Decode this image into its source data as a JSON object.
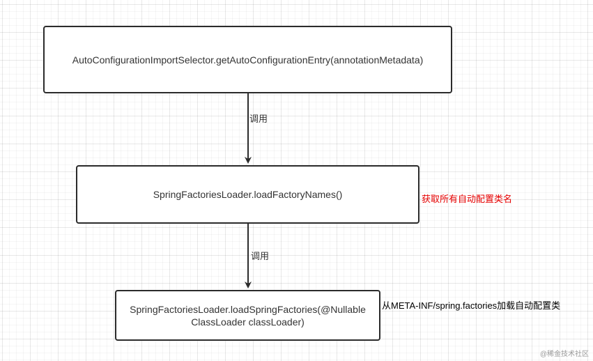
{
  "diagram": {
    "nodes": [
      {
        "id": "node1",
        "label": "AutoConfigurationImportSelector.getAutoConfigurationEntry(annotationMetadata)"
      },
      {
        "id": "node2",
        "label": "SpringFactoriesLoader.loadFactoryNames()"
      },
      {
        "id": "node3",
        "label": "SpringFactoriesLoader.loadSpringFactories(@Nullable\nClassLoader classLoader)"
      }
    ],
    "edges": [
      {
        "from": "node1",
        "to": "node2",
        "label": "调用"
      },
      {
        "from": "node2",
        "to": "node3",
        "label": "调用"
      }
    ],
    "annotations": [
      {
        "target": "node2",
        "text": "获取所有自动配置类名",
        "color": "#e60000"
      },
      {
        "target": "node3",
        "text": "从META-INF/spring.factories加载自动配置类",
        "color": "#000000"
      }
    ]
  },
  "watermark": "@稀金技术社区",
  "colors": {
    "stroke": "#2b2b2b",
    "text": "#333333",
    "grid": "#e6e6e6"
  }
}
